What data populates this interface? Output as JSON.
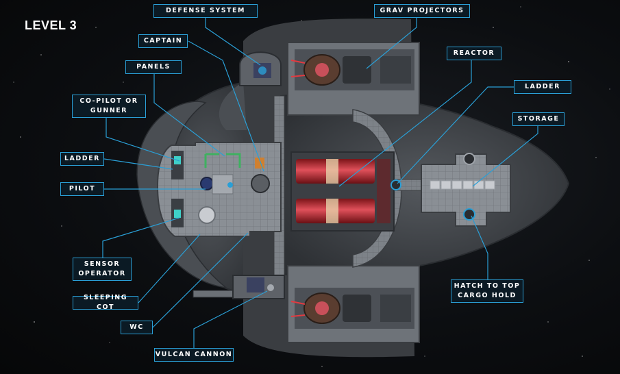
{
  "level_title": "LEVEL 3",
  "colors": {
    "label_border": "#2a9fd6",
    "label_bg": "#0b1a24",
    "leader_line": "#2a9fd6",
    "hull": "#5a5e63",
    "deck": "#8b9096",
    "reactor_red": "#c8323a"
  },
  "labels": {
    "defense_system": "DEFENSE SYSTEM",
    "grav_projectors": "GRAV PROJECTORS",
    "captain": "CAPTAIN",
    "reactor": "REACTOR",
    "panels": "PANELS",
    "ladder_right": "LADDER",
    "copilot_line1": "CO-PILOT OR",
    "copilot_line2": "GUNNER",
    "storage": "STORAGE",
    "ladder_left": "LADDER",
    "pilot": "PILOT",
    "sensor_line1": "SENSOR",
    "sensor_line2": "OPERATOR",
    "hatch_line1": "HATCH TO TOP",
    "hatch_line2": "CARGO HOLD",
    "sleeping_cot": "SLEEPING COT",
    "wc": "WC",
    "vulcan_cannon": "VULCAN CANNON"
  }
}
